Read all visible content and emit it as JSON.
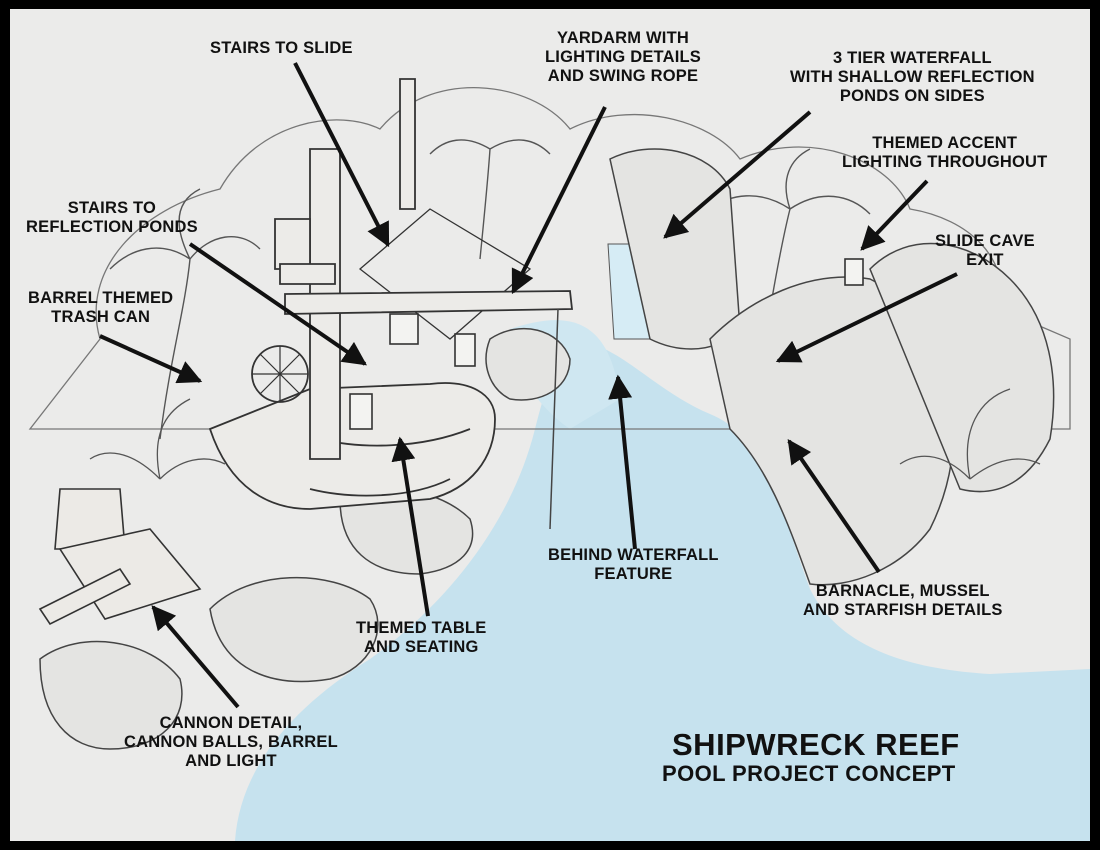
{
  "title": "SHIPWRECK REEF",
  "subtitle": "POOL PROJECT CONCEPT",
  "callouts": {
    "stairs_to_slide": [
      "STAIRS TO SLIDE"
    ],
    "yardarm": [
      "YARDARM WITH",
      "LIGHTING DETAILS",
      "AND SWING ROPE"
    ],
    "waterfall": [
      "3 TIER WATERFALL",
      "WITH SHALLOW REFLECTION",
      "PONDS ON SIDES"
    ],
    "accent_lighting": [
      "THEMED ACCENT",
      "LIGHTING THROUGHOUT"
    ],
    "stairs_to_ponds": [
      "STAIRS TO",
      "REFLECTION PONDS"
    ],
    "slide_cave": [
      "SLIDE CAVE",
      "EXIT"
    ],
    "barrel_trash": [
      "BARREL THEMED",
      "TRASH CAN"
    ],
    "behind_waterfall": [
      "BEHIND WATERFALL",
      "FEATURE"
    ],
    "barnacle": [
      "BARNACLE, MUSSEL",
      "AND STARFISH DETAILS"
    ],
    "table_seating": [
      "THEMED TABLE",
      "AND SEATING"
    ],
    "cannon": [
      "CANNON DETAIL,",
      "CANNON BALLS, BARREL",
      "AND LIGHT"
    ]
  },
  "colors": {
    "water": "#c6e2ee",
    "paper": "#ebebea",
    "ink": "#111111",
    "frame": "#000000"
  }
}
